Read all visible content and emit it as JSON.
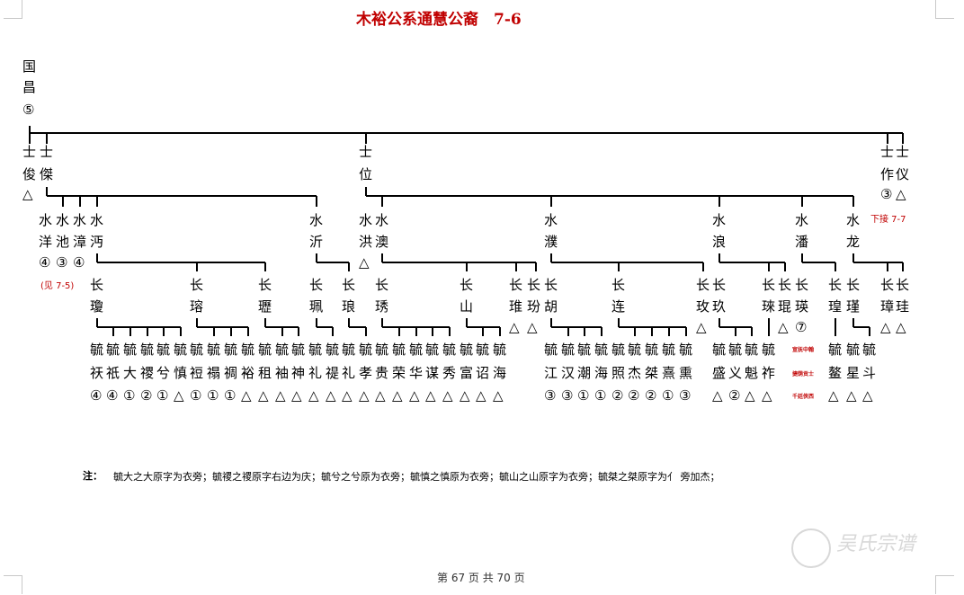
{
  "page": {
    "title": "木裕公系通慧公裔　7-6",
    "footer": "第 67 页 共 70 页",
    "watermark": "吴氏宗谱"
  },
  "tree": {
    "gen1": [
      {
        "name": "国昌",
        "mark": "⑤"
      }
    ],
    "gen2": [
      {
        "prefix": "士",
        "name": "俊",
        "mark": "△"
      },
      {
        "prefix": "士",
        "name": "傑",
        "mark": ""
      },
      {
        "prefix": "士",
        "name": "位",
        "mark": ""
      },
      {
        "prefix": "士",
        "name": "作",
        "mark": "③"
      },
      {
        "prefix": "士",
        "name": "仪",
        "mark": "△"
      }
    ],
    "gen3": [
      {
        "prefix": "水",
        "name": "洋",
        "mark": "④"
      },
      {
        "prefix": "水",
        "name": "池",
        "mark": "③"
      },
      {
        "prefix": "水",
        "name": "漳",
        "mark": "④"
      },
      {
        "prefix": "水",
        "name": "沔",
        "mark": ""
      },
      {
        "prefix": "水",
        "name": "沂",
        "mark": ""
      },
      {
        "prefix": "水",
        "name": "洪",
        "mark": "△"
      },
      {
        "prefix": "水",
        "name": "澳",
        "mark": ""
      },
      {
        "prefix": "水",
        "name": "濮",
        "mark": ""
      },
      {
        "prefix": "水",
        "name": "浪",
        "mark": ""
      },
      {
        "prefix": "水",
        "name": "潘",
        "mark": ""
      },
      {
        "prefix": "水",
        "name": "龙",
        "mark": ""
      }
    ],
    "gen4": [
      {
        "prefix": "长",
        "name": "瓊",
        "mark": ""
      },
      {
        "prefix": "长",
        "name": "瑢",
        "mark": ""
      },
      {
        "prefix": "长",
        "name": "瓑",
        "mark": ""
      },
      {
        "prefix": "长",
        "name": "珮",
        "mark": ""
      },
      {
        "prefix": "长",
        "name": "琅",
        "mark": ""
      },
      {
        "prefix": "长",
        "name": "琇",
        "mark": ""
      },
      {
        "prefix": "长",
        "name": "山",
        "mark": ""
      },
      {
        "prefix": "长",
        "name": "琟",
        "mark": "△"
      },
      {
        "prefix": "长",
        "name": "玢",
        "mark": "△"
      },
      {
        "prefix": "长",
        "name": "胡",
        "mark": ""
      },
      {
        "prefix": "长",
        "name": "连",
        "mark": ""
      },
      {
        "prefix": "长",
        "name": "玫",
        "mark": "△"
      },
      {
        "prefix": "长",
        "name": "玖",
        "mark": ""
      },
      {
        "prefix": "长",
        "name": "琜",
        "mark": ""
      },
      {
        "prefix": "长",
        "name": "琨",
        "mark": "△"
      },
      {
        "prefix": "长",
        "name": "瑛",
        "mark": "⑦"
      },
      {
        "prefix": "长",
        "name": "瑝",
        "mark": ""
      },
      {
        "prefix": "长",
        "name": "瑾",
        "mark": ""
      },
      {
        "prefix": "长",
        "name": "璋",
        "mark": "△"
      },
      {
        "prefix": "长",
        "name": "珪",
        "mark": "△"
      }
    ],
    "gen5": [
      {
        "prefix": "毓",
        "name": "祆",
        "mark": "④"
      },
      {
        "prefix": "毓",
        "name": "祇",
        "mark": "④"
      },
      {
        "prefix": "毓",
        "name": "大",
        "mark": "①"
      },
      {
        "prefix": "毓",
        "name": "禝",
        "mark": "②"
      },
      {
        "prefix": "毓",
        "name": "兮",
        "mark": "①"
      },
      {
        "prefix": "毓",
        "name": "慎",
        "mark": "△"
      },
      {
        "prefix": "毓",
        "name": "裋",
        "mark": "①"
      },
      {
        "prefix": "毓",
        "name": "禢",
        "mark": "①"
      },
      {
        "prefix": "毓",
        "name": "禂",
        "mark": "①"
      },
      {
        "prefix": "毓",
        "name": "裕",
        "mark": "△"
      },
      {
        "prefix": "毓",
        "name": "租",
        "mark": "△"
      },
      {
        "prefix": "毓",
        "name": "袖",
        "mark": "△"
      },
      {
        "prefix": "毓",
        "name": "神",
        "mark": "△"
      },
      {
        "prefix": "毓",
        "name": "礼",
        "mark": "△"
      },
      {
        "prefix": "毓",
        "name": "禔",
        "mark": "△"
      },
      {
        "prefix": "毓",
        "name": "礼",
        "mark": "△"
      },
      {
        "prefix": "毓",
        "name": "孝",
        "mark": "△"
      },
      {
        "prefix": "毓",
        "name": "贵",
        "mark": "△"
      },
      {
        "prefix": "毓",
        "name": "荣",
        "mark": "△"
      },
      {
        "prefix": "毓",
        "name": "华",
        "mark": "△"
      },
      {
        "prefix": "毓",
        "name": "谋",
        "mark": "△"
      },
      {
        "prefix": "毓",
        "name": "秀",
        "mark": "△"
      },
      {
        "prefix": "毓",
        "name": "富",
        "mark": "△"
      },
      {
        "prefix": "毓",
        "name": "诏",
        "mark": "△"
      },
      {
        "prefix": "毓",
        "name": "海",
        "mark": "△"
      },
      {
        "prefix": "毓",
        "name": "江",
        "mark": "③"
      },
      {
        "prefix": "毓",
        "name": "汉",
        "mark": "③"
      },
      {
        "prefix": "毓",
        "name": "潮",
        "mark": "①"
      },
      {
        "prefix": "毓",
        "name": "海",
        "mark": "①"
      },
      {
        "prefix": "毓",
        "name": "照",
        "mark": "②"
      },
      {
        "prefix": "毓",
        "name": "杰",
        "mark": "②"
      },
      {
        "prefix": "毓",
        "name": "桀",
        "mark": "②"
      },
      {
        "prefix": "毓",
        "name": "熹",
        "mark": "①"
      },
      {
        "prefix": "毓",
        "name": "熏",
        "mark": "③"
      },
      {
        "prefix": "毓",
        "name": "盛",
        "mark": "△"
      },
      {
        "prefix": "毓",
        "name": "义",
        "mark": "②"
      },
      {
        "prefix": "毓",
        "name": "魁",
        "mark": "△"
      },
      {
        "prefix": "毓",
        "name": "祚",
        "mark": "△"
      },
      {
        "prefix": "毓",
        "name": "鳌",
        "mark": "△"
      },
      {
        "prefix": "毓",
        "name": "星",
        "mark": "△"
      },
      {
        "prefix": "毓",
        "name": "斗",
        "mark": "△"
      }
    ]
  },
  "annotations": {
    "see_ref": "(见 7-5)",
    "continued": "下接 7-7",
    "small_notes": [
      "宣抚中翰",
      "捷荫贡士",
      "千廷侠西"
    ]
  },
  "notes": {
    "label": "注：",
    "text": "毓大之大原字为衣旁；毓禝之禝原字右边为庆；毓兮之兮原为衣旁；毓慎之慎原为衣旁；毓山之山原字为衣旁；毓桀之桀原字为亻 旁加杰；"
  }
}
